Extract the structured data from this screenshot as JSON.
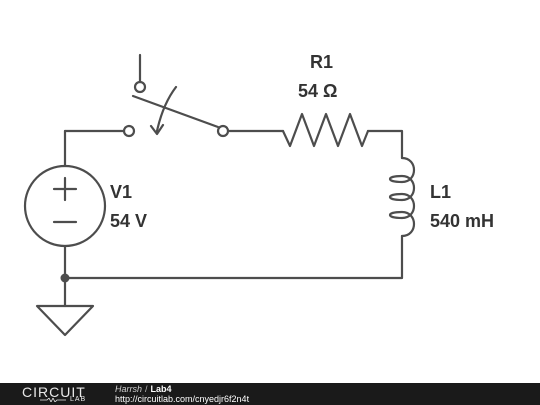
{
  "diagram": {
    "components": {
      "voltage_source": {
        "name": "V1",
        "value": "54 V"
      },
      "resistor": {
        "name": "R1",
        "value": "54 Ω"
      },
      "inductor": {
        "name": "L1",
        "value": "540 mH"
      }
    },
    "colors": {
      "wire": "#4d4d4d",
      "text": "#333333"
    }
  },
  "footer": {
    "logo_top": "CIRCUIT",
    "logo_bottom": "LAB",
    "author": "Harrsh",
    "separator": "/",
    "title": "Lab4",
    "url": "http://circuitlab.com/cnyedjr6f2n4t",
    "background": "#1a1a1a"
  }
}
